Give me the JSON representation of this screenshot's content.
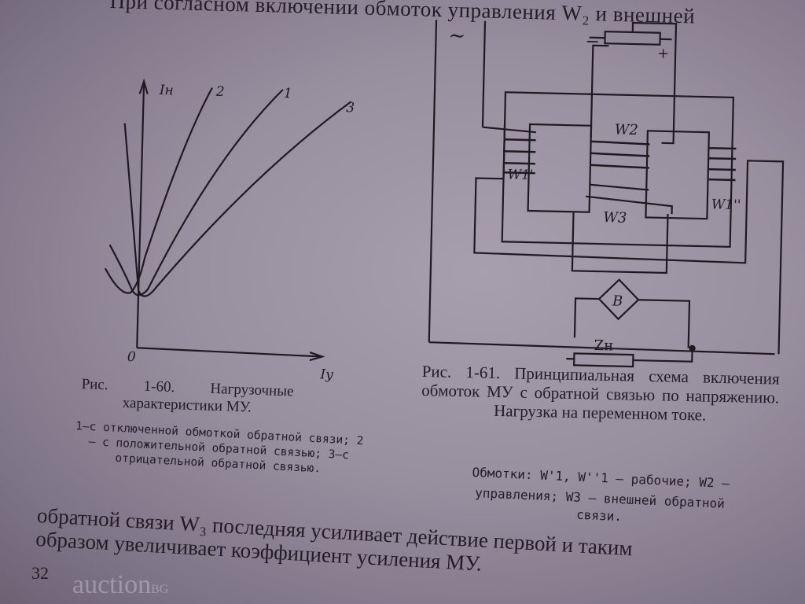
{
  "top_line": "При согласном включении обмоток управления W₂ и внешней",
  "fig60": {
    "axis_y_label": "Iн",
    "axis_x_label": "Iу",
    "origin_label": "0",
    "curve_labels": [
      "2",
      "1",
      "3"
    ],
    "caption_title": "Рис. 1-60. Нагрузочные характеристики МУ.",
    "caption_text": "1—с отключенной обмоткой обратной связи; 2 — с положительной обратной связью; 3—с отрицательной обратной связью."
  },
  "fig61": {
    "labels": {
      "ac": "~",
      "minus": "−",
      "plus": "+",
      "w2": "W2",
      "w3": "W3",
      "w1a": "W1'",
      "w1b": "W1''",
      "bridge": "B",
      "load": "Zн"
    },
    "caption_title": "Рис. 1-61. Принципиальная схема включения обмоток МУ с обратной связью по напряжению. Нагрузка на переменном токе.",
    "caption_text_1": "Обмотки: W'1, W''1 — рабочие; W2 —",
    "caption_text_2": "управления; W3 — внешней обратной",
    "caption_text_3": "связи."
  },
  "body_text": [
    "обратной связи W₃ последняя усиливает действие первой и таким",
    "образом увеличивает коэффициент усиления МУ."
  ],
  "page_number": "32",
  "watermark": "auction",
  "watermark_suffix": "BG"
}
